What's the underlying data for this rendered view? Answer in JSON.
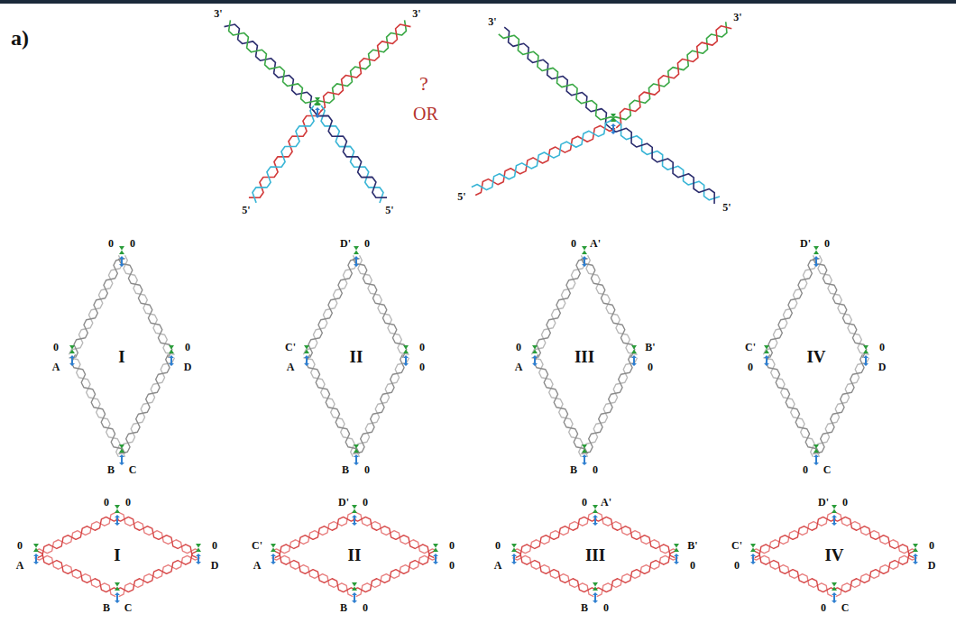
{
  "diagram": {
    "nodes": [
      {
        "text": [
          "I"
        ]
      },
      {
        "text": [
          "II"
        ]
      },
      {
        "text": [
          "III"
        ]
      },
      {
        "text": [
          "IV"
        ]
      },
      {
        "text": [
          "I"
        ]
      },
      {
        "text": [
          "II"
        ]
      },
      {
        "text": [
          "III"
        ]
      },
      {
        "text": [
          "IV"
        ]
      }
    ],
    "labels": [
      "a)",
      "3'",
      "3'",
      "5'",
      "5'",
      "?",
      "OR",
      "3'",
      "3'",
      "5'",
      "5'",
      "0",
      "0",
      "0",
      "A",
      "0",
      "D",
      "B",
      "C",
      "D'",
      "0",
      "C'",
      "A",
      "0",
      "0",
      "B",
      "0",
      "0",
      "A'",
      "0",
      "A",
      "B'",
      "0",
      "B",
      "0",
      "D'",
      "0",
      "C'",
      "0",
      "0",
      "D",
      "0",
      "C",
      "0",
      "0",
      "0",
      "A",
      "0",
      "D",
      "B",
      "C",
      "D'",
      "0",
      "C'",
      "A",
      "0",
      "0",
      "B",
      "0",
      "0",
      "A'",
      "0",
      "A",
      "B'",
      "0",
      "B",
      "0",
      "D'",
      "0",
      "C'",
      "0",
      "0",
      "D",
      "0",
      "C"
    ]
  }
}
